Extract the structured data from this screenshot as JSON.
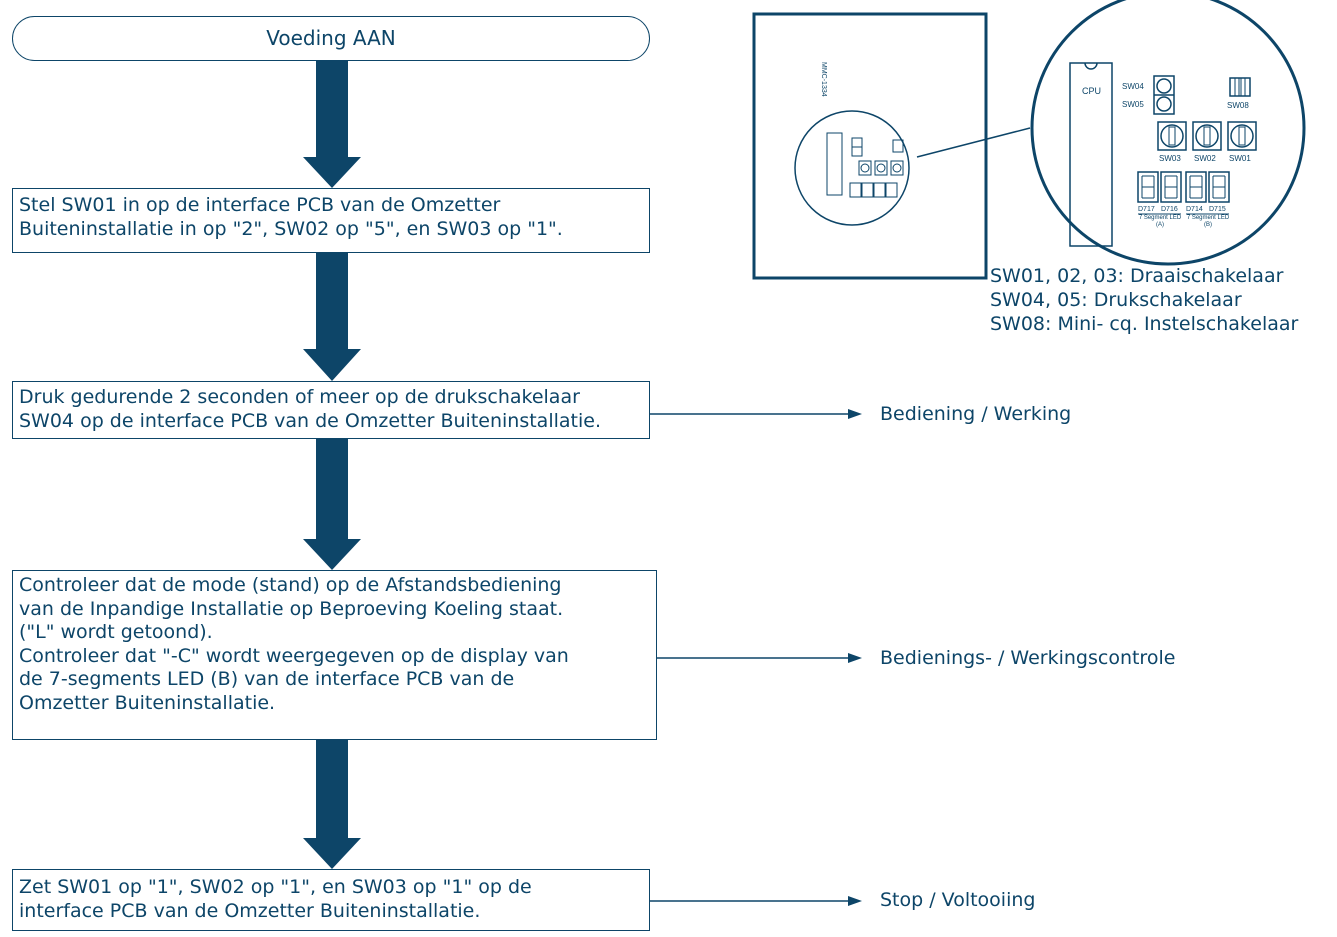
{
  "start": {
    "label": "Voeding AAN"
  },
  "steps": [
    {
      "text": "Stel SW01 in op de interface PCB van de Omzetter\nBuiteninstallatie in op \"2\", SW02 op \"5\", en SW03 op \"1\"."
    },
    {
      "text": "Druk gedurende 2 seconden of meer op de drukschakelaar\nSW04 op de interface PCB van de Omzetter Buiteninstallatie."
    },
    {
      "text": "Controleer dat de mode (stand) op de Afstandsbediening\nvan de Inpandige Installatie op Beproeving Koeling staat.\n(\"L\" wordt getoond).\nControleer dat \"-C\" wordt weergegeven op de display van\nde 7-segments LED (B) van de interface PCB van de\nOmzetter Buiteninstallatie."
    },
    {
      "text": "Zet SW01 op \"1\", SW02 op \"1\", en SW03 op \"1\" op de\ninterface PCB van de Omzetter Buiteninstallatie."
    }
  ],
  "side_labels": {
    "operation": "Bediening / Werking",
    "check": "Bedienings- / Werkingscontrole",
    "stop": "Stop / Voltooiing"
  },
  "legend": {
    "text": "SW01, 02, 03:  Draaischakelaar\nSW04, 05:  Drukschakelaar\nSW08:  Mini- cq. Instelschakelaar"
  },
  "pcb": {
    "board_code": "MMC-1334",
    "cpu": "CPU",
    "sw04": "SW04",
    "sw05": "SW05",
    "sw08": "SW08",
    "sw03": "SW03",
    "sw02": "SW02",
    "sw01": "SW01",
    "d717": "D717",
    "d716": "D716",
    "d714": "D714",
    "d715": "D715",
    "led_a": "7 Segment LED\n(A)",
    "led_b": "7 Segment LED\n(B)"
  },
  "colors": {
    "ink": "#0d4568",
    "arrow": "#0d4568"
  }
}
